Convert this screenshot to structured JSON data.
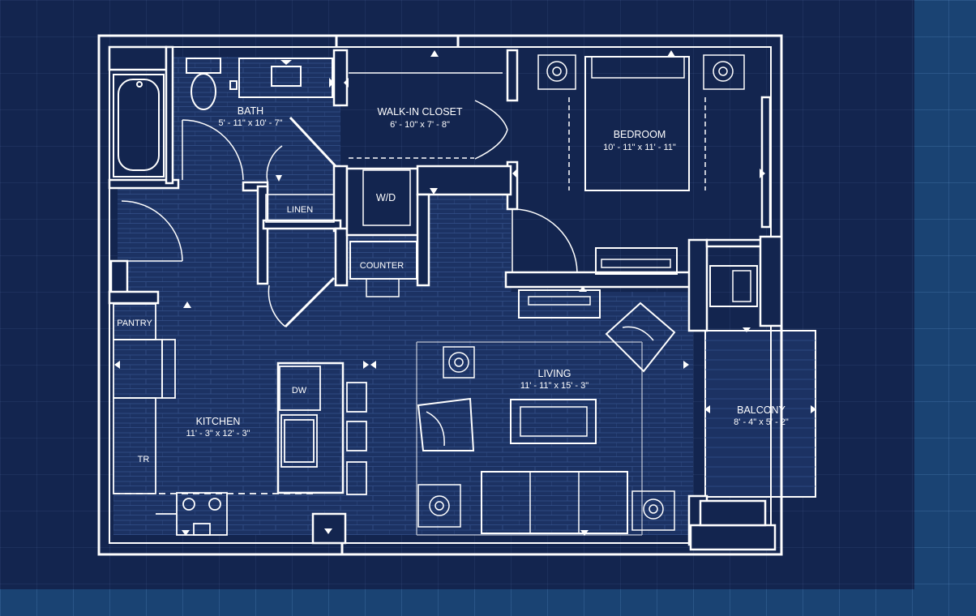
{
  "rooms": {
    "bath": {
      "name": "BATH",
      "dims": "5' - 11\" x 10' - 7\""
    },
    "walkin": {
      "name": "WALK-IN CLOSET",
      "dims": "6' - 10\" x 7' - 8\""
    },
    "bedroom": {
      "name": "BEDROOM",
      "dims": "10' - 11\" x 11' - 11\""
    },
    "living": {
      "name": "LIVING",
      "dims": "11' - 11\" x 15' - 3\""
    },
    "kitchen": {
      "name": "KITCHEN",
      "dims": "11' - 3\" x 12' - 3\""
    },
    "balcony": {
      "name": "BALCONY",
      "dims": "8' - 4\" x 5' - 2\""
    }
  },
  "fixtures": {
    "linen": "LINEN",
    "wd": "W/D",
    "counter": "COUNTER",
    "pantry": "PANTRY",
    "dw": "DW",
    "tr": "TR"
  },
  "colors": {
    "background": "#13254f",
    "outer": "#1a4373",
    "lines": "#ffffff"
  }
}
